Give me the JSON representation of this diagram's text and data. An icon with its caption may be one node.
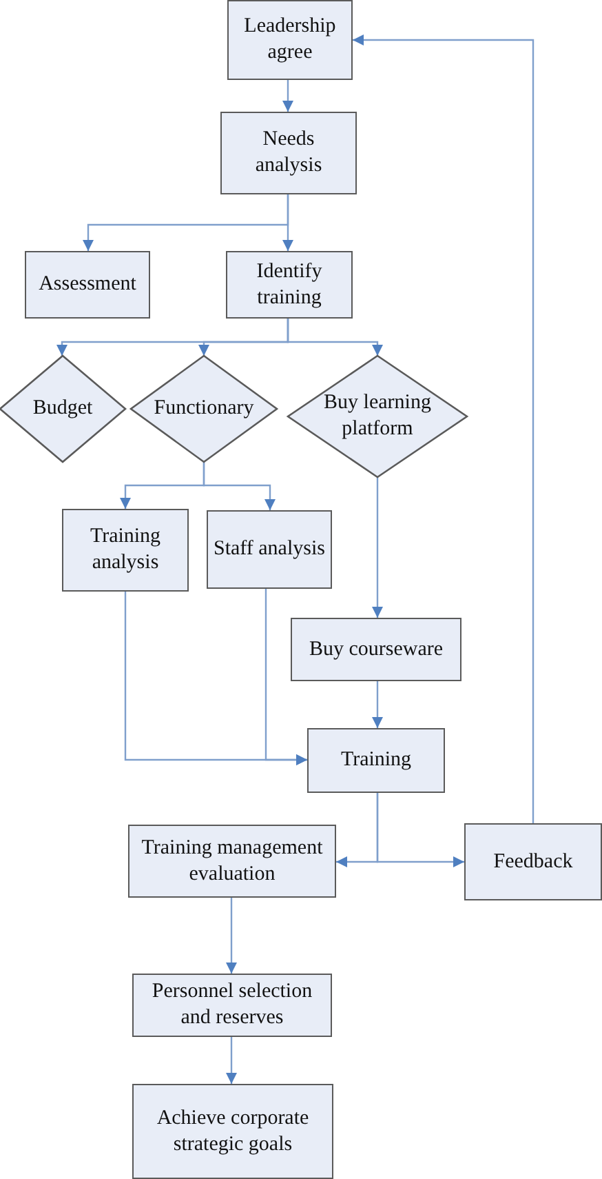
{
  "diagram": {
    "nodes": [
      {
        "text": [
          "Leadership agree"
        ]
      },
      {
        "text": [
          "Needs analysis"
        ]
      },
      {
        "text": [
          "Assessment"
        ]
      },
      {
        "text": [
          "Identify training"
        ]
      },
      {
        "text": [
          "Budget"
        ]
      },
      {
        "text": [
          "Functionary"
        ]
      },
      {
        "text": [
          "Buy learning platform"
        ]
      },
      {
        "text": [
          "Training analysis"
        ]
      },
      {
        "text": [
          "Staff analysis"
        ]
      },
      {
        "text": [
          "Buy courseware"
        ]
      },
      {
        "text": [
          "Training"
        ]
      },
      {
        "text": [
          "Training management evaluation"
        ]
      },
      {
        "text": [
          "Feedback"
        ]
      },
      {
        "text": [
          "Personnel selection and reserves"
        ]
      },
      {
        "text": [
          "Achieve corporate strategic goals"
        ]
      }
    ],
    "edges": [
      {
        "from": 0,
        "to": 1,
        "arrow": "to"
      },
      {
        "from": 1,
        "to": 2,
        "arrow": "to"
      },
      {
        "from": 1,
        "to": 3,
        "arrow": "to"
      },
      {
        "from": 3,
        "to": 4,
        "arrow": "to"
      },
      {
        "from": 3,
        "to": 5,
        "arrow": "to"
      },
      {
        "from": 3,
        "to": 6,
        "arrow": "to"
      },
      {
        "from": 5,
        "to": 7,
        "arrow": "to"
      },
      {
        "from": 5,
        "to": 8,
        "arrow": "to"
      },
      {
        "from": 6,
        "to": 9,
        "arrow": "to"
      },
      {
        "from": 7,
        "to": 10,
        "arrow": "to"
      },
      {
        "from": 8,
        "to": 10,
        "arrow": "to"
      },
      {
        "from": 9,
        "to": 10,
        "arrow": "to"
      },
      {
        "from": 10,
        "to": 11,
        "arrow": "to"
      },
      {
        "from": 10,
        "to": 12,
        "arrow": "to"
      },
      {
        "from": 12,
        "to": 0,
        "arrow": "to"
      },
      {
        "from": 11,
        "to": 13,
        "arrow": "to"
      },
      {
        "from": 13,
        "to": 14,
        "arrow": "to"
      }
    ]
  }
}
